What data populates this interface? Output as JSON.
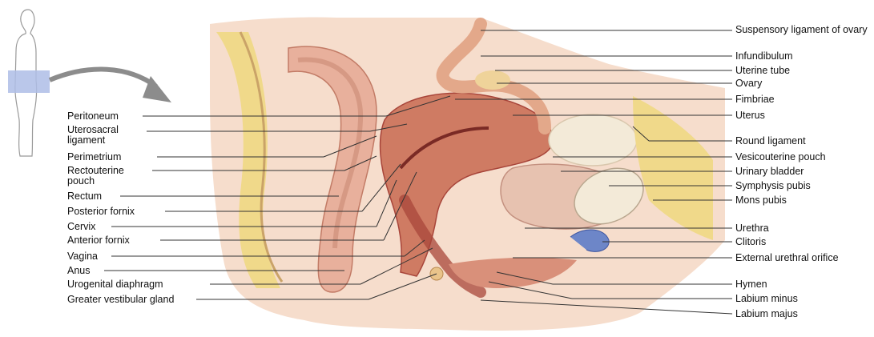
{
  "figure": {
    "left_labels": [
      {
        "id": "peritoneum",
        "text": "Peritoneum"
      },
      {
        "id": "uterosacral-ligament",
        "text": "Uterosacral ligament"
      },
      {
        "id": "perimetrium",
        "text": "Perimetrium"
      },
      {
        "id": "rectouterine-pouch",
        "text": "Rectouterine pouch"
      },
      {
        "id": "rectum",
        "text": "Rectum"
      },
      {
        "id": "posterior-fornix",
        "text": "Posterior fornix"
      },
      {
        "id": "cervix",
        "text": "Cervix"
      },
      {
        "id": "anterior-fornix",
        "text": "Anterior fornix"
      },
      {
        "id": "vagina",
        "text": "Vagina"
      },
      {
        "id": "anus",
        "text": "Anus"
      },
      {
        "id": "urogenital-diaphragm",
        "text": "Urogenital diaphragm"
      },
      {
        "id": "greater-vestibular-gland",
        "text": "Greater vestibular gland"
      }
    ],
    "right_labels": [
      {
        "id": "suspensory-ligament-of-ovary",
        "text": "Suspensory ligament of ovary"
      },
      {
        "id": "infundibulum",
        "text": "Infundibulum"
      },
      {
        "id": "uterine-tube",
        "text": "Uterine tube"
      },
      {
        "id": "ovary",
        "text": "Ovary"
      },
      {
        "id": "fimbriae",
        "text": "Fimbriae"
      },
      {
        "id": "uterus",
        "text": "Uterus"
      },
      {
        "id": "round-ligament",
        "text": "Round ligament"
      },
      {
        "id": "vesicouterine-pouch",
        "text": "Vesicouterine pouch"
      },
      {
        "id": "urinary-bladder",
        "text": "Urinary bladder"
      },
      {
        "id": "symphysis-pubis",
        "text": "Symphysis pubis"
      },
      {
        "id": "mons-pubis",
        "text": "Mons pubis"
      },
      {
        "id": "urethra",
        "text": "Urethra"
      },
      {
        "id": "clitoris",
        "text": "Clitoris"
      },
      {
        "id": "external-urethral-orifice",
        "text": "External urethral orifice"
      },
      {
        "id": "hymen",
        "text": "Hymen"
      },
      {
        "id": "labium-minus",
        "text": "Labium minus"
      },
      {
        "id": "labium-majus",
        "text": "Labium majus"
      }
    ]
  },
  "colors": {
    "background": "#ffffff",
    "skin": "#f6ddcc",
    "tissue_pink": "#eab5a0",
    "uterus": "#cf7b63",
    "uterus_dark": "#a8453a",
    "fat_yellow": "#f0d98a",
    "bladder": "#e7c2b0",
    "bone": "#f3ead8",
    "highlight_box": "#aebde6",
    "arrow": "#8c8c8c",
    "leader_line": "#333333",
    "clitoris_blue": "#6d86c8"
  }
}
